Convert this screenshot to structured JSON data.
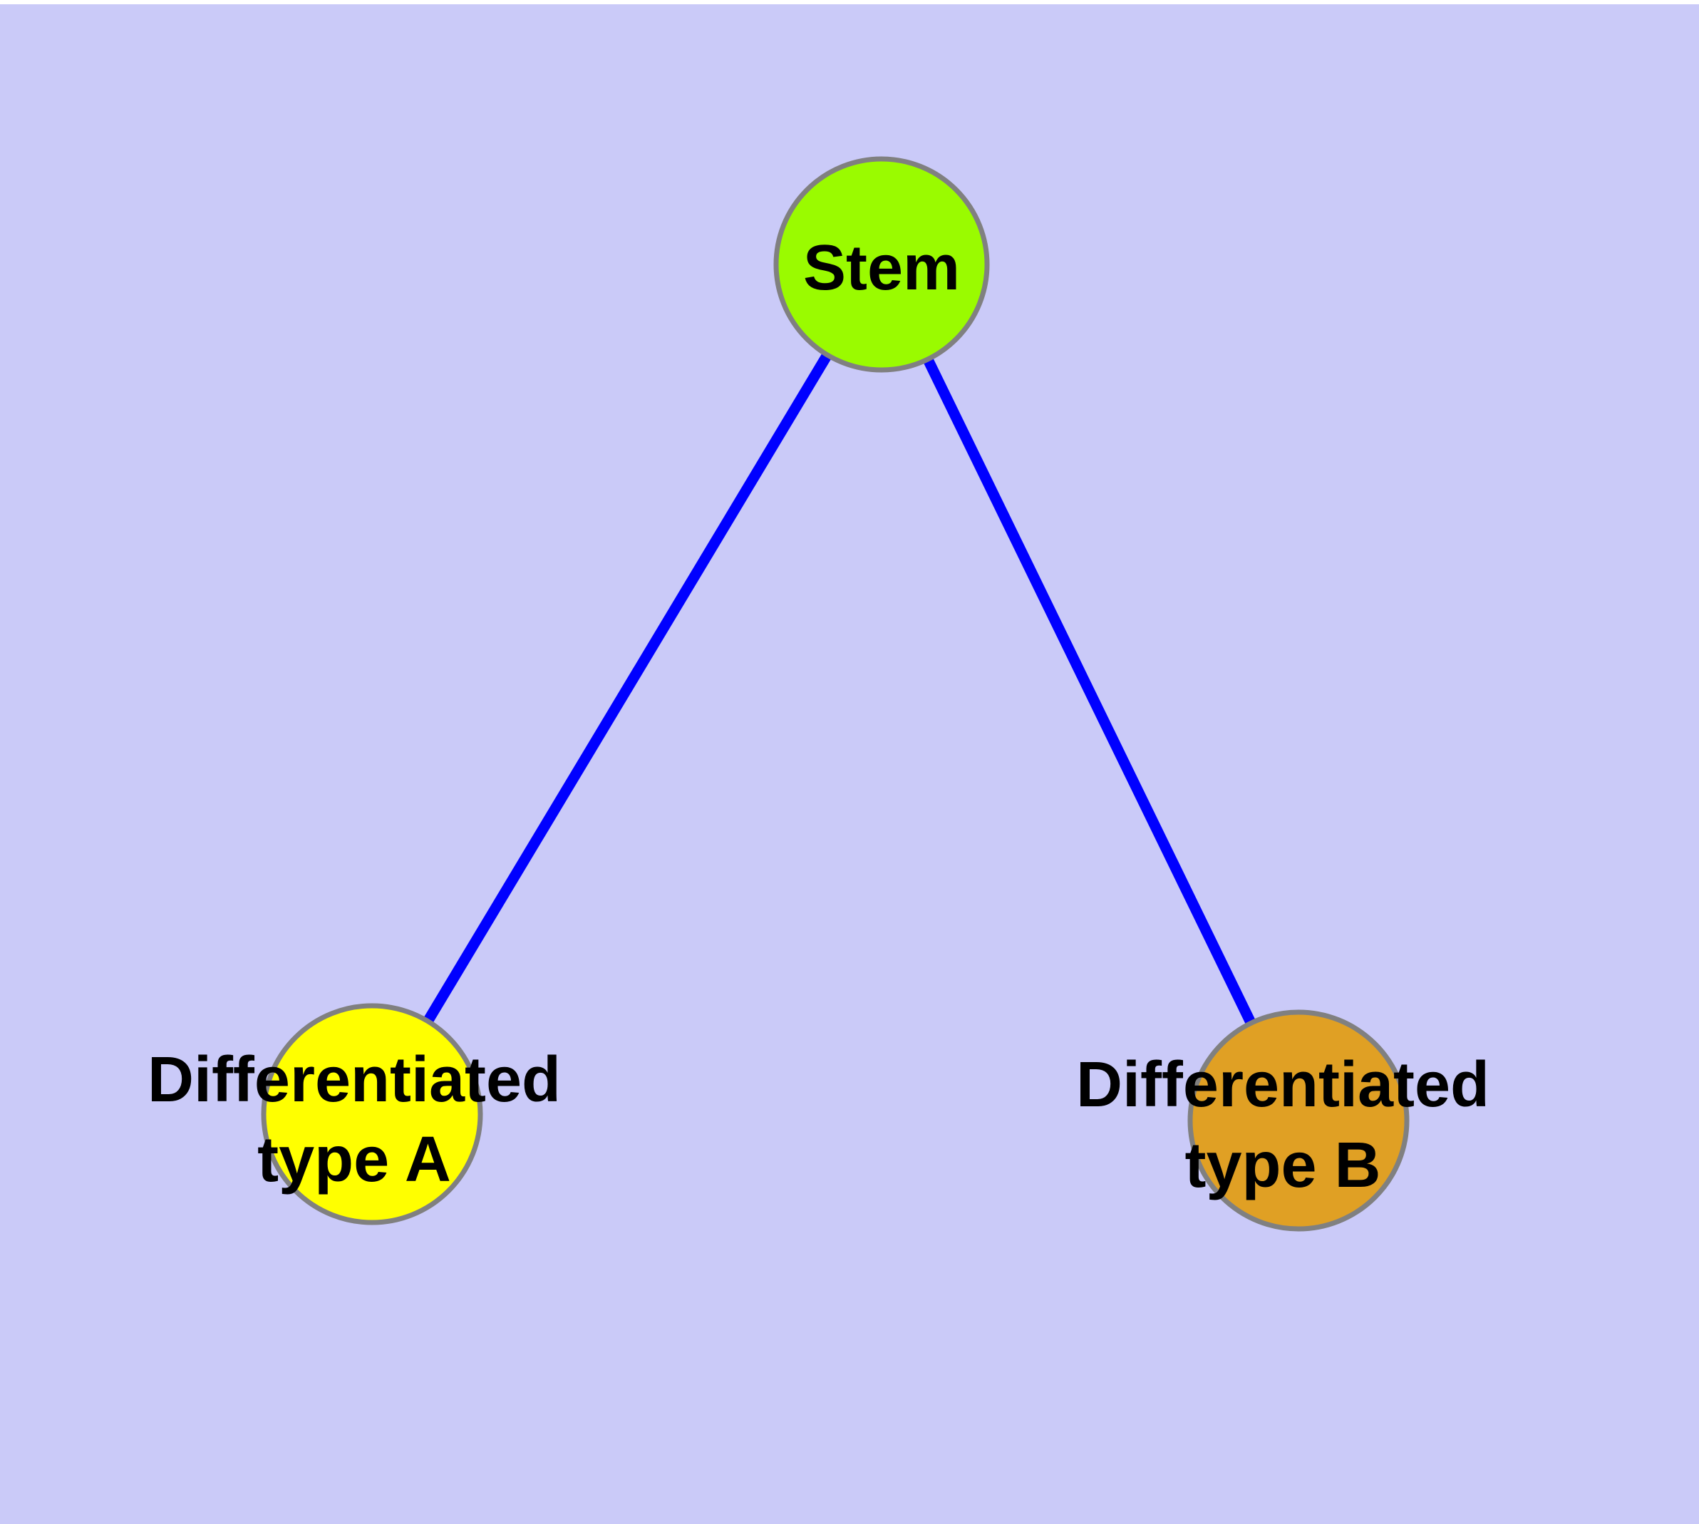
{
  "colors": {
    "background": "#CACAF8",
    "top_strip": "#FFFFFF",
    "edge": "#0000FF",
    "node_border": "#808080",
    "label_text": "#000000",
    "stem_fill": "#9AFB00",
    "type_a_fill": "#FFFF00",
    "type_b_fill": "#E0A024"
  },
  "nodes": {
    "stem": {
      "label": "Stem",
      "fill": "#9AFB00"
    },
    "type_a": {
      "label_line1": "Differentiated",
      "label_line2": "type A",
      "fill": "#FFFF00"
    },
    "type_b": {
      "label_line1": "Differentiated",
      "label_line2": "type B",
      "fill": "#E0A024"
    }
  },
  "edges": [
    {
      "from": "Stem",
      "to": "Differentiated type A"
    },
    {
      "from": "Stem",
      "to": "Differentiated type B"
    }
  ]
}
